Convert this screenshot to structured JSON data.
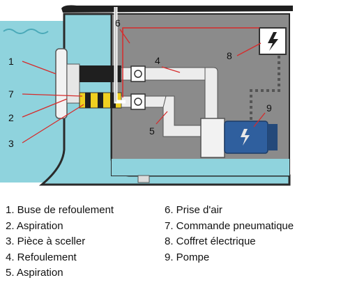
{
  "diagram": {
    "callouts": [
      "1",
      "7",
      "2",
      "3",
      "6",
      "4",
      "8",
      "5",
      "9"
    ]
  },
  "legend": {
    "left": [
      "1. Buse de refoulement",
      "2. Aspiration",
      "3. Pièce à sceller",
      "4. Refoulement",
      "5. Aspiration"
    ],
    "right": [
      "6. Prise d'air",
      "7. Commande pneumatique",
      "8. Coffret électrique",
      "9. Pompe"
    ]
  },
  "colors": {
    "water": "#8fd3dd",
    "wall": "#3b3b3b",
    "tech_room": "#8b8b8b",
    "pipe": "#ececec",
    "pump_body": "#2f5f9e",
    "air_line": "#d62b2b",
    "control_cable": "#d62b2b",
    "electric_dots": "#555555",
    "yellow_stripe": "#f0d020"
  }
}
